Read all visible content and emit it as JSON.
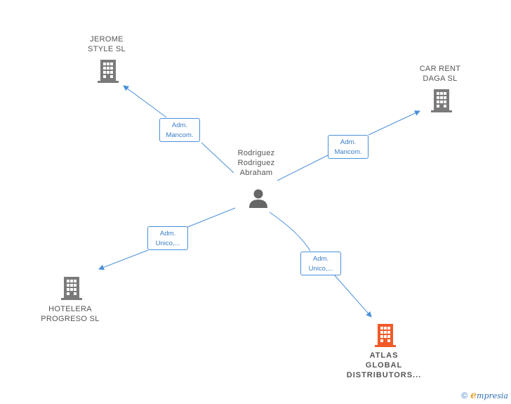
{
  "nodes": {
    "person": {
      "label": "Rodriguez\nRodriguez\nAbraham",
      "icon": "person-icon"
    },
    "jerome": {
      "label": "JEROME\nSTYLE SL",
      "icon": "building-icon"
    },
    "carrent": {
      "label": "CAR RENT\nDAGA  SL",
      "icon": "building-icon"
    },
    "hotelera": {
      "label": "HOTELERA\nPROGRESO SL",
      "icon": "building-icon"
    },
    "atlas": {
      "label": "ATLAS\nGLOBAL\nDISTRIBUTORS...",
      "icon": "building-icon",
      "color": "#f05a28"
    }
  },
  "edges": {
    "jerome": "Adm.\nMancom.",
    "carrent": "Adm.\nMancom.",
    "hotelera": "Adm.\nUnico,...",
    "atlas": "Adm.\nUnico,..."
  },
  "colors": {
    "edge": "#4a90d9",
    "building": "#7a7a7a",
    "person": "#666666",
    "highlight": "#f05a28"
  },
  "footer": {
    "copyright": "©",
    "brand_initial": "e",
    "brand_rest": "mpresia"
  }
}
